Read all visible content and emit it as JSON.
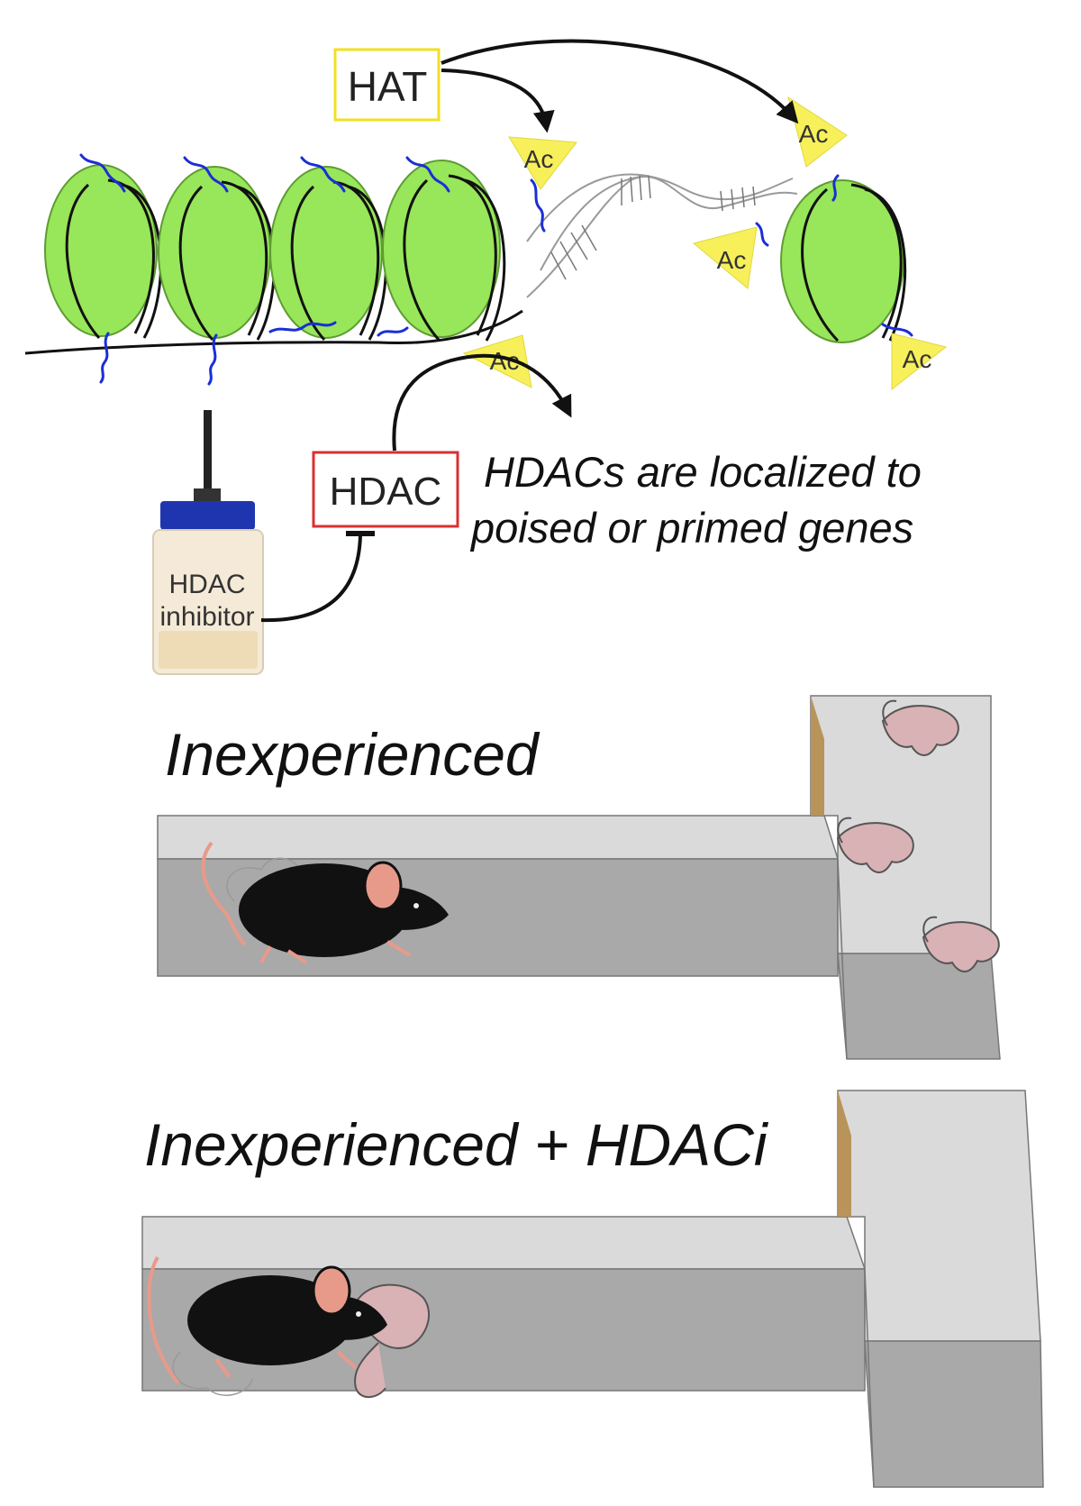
{
  "labels": {
    "hat": "HAT",
    "hdac": "HDAC",
    "ac": "Ac",
    "caption_line1": "HDACs are localized to",
    "caption_line2": "poised or primed genes",
    "bottle_line1": "HDAC",
    "bottle_line2": "inhibitor",
    "condition1": "Inexperienced",
    "condition2": "Inexperienced + HDACi"
  },
  "colors": {
    "nucleosome": "#98e65a",
    "histone_tail": "#1a2fd6",
    "acetyl": "#f7f05a",
    "hat_box": "#f0e020",
    "hdac_box": "#d83030",
    "bottle_cap": "#1f35b0",
    "apparatus_top": "#d9d9d9",
    "apparatus_side": "#a9a9a9",
    "mouse": "#111111",
    "mouse_skin": "#e89a8a",
    "pup": "#d9b2b5"
  }
}
